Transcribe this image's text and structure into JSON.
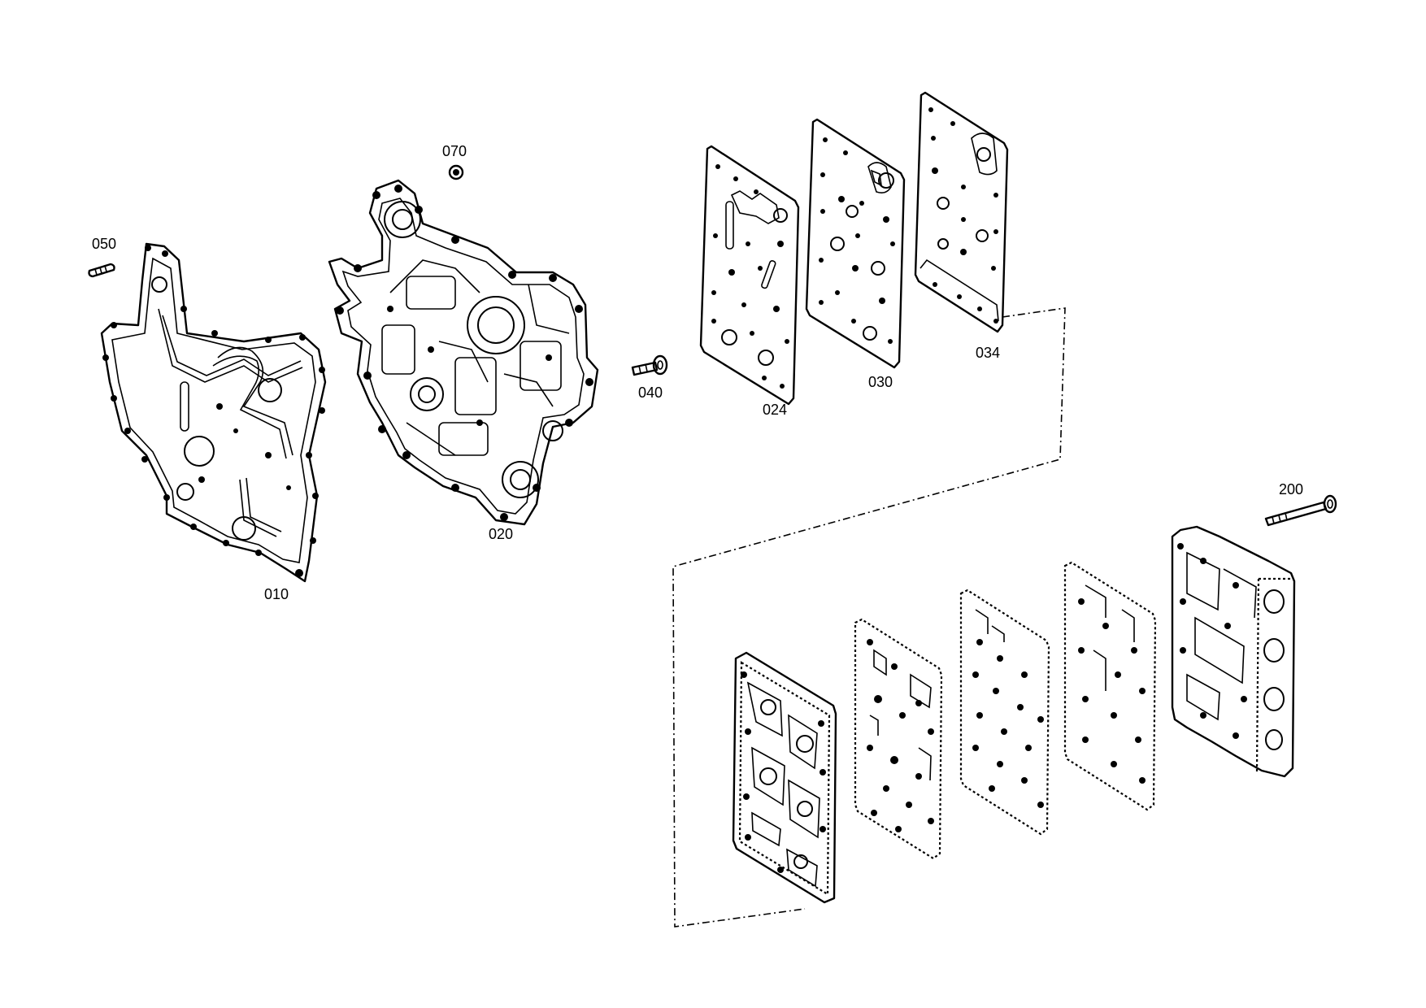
{
  "callouts": {
    "p010": "010",
    "p020": "020",
    "p024": "024",
    "p030": "030",
    "p034": "034",
    "p040": "040",
    "p050": "050",
    "p070": "070",
    "p200": "200"
  }
}
